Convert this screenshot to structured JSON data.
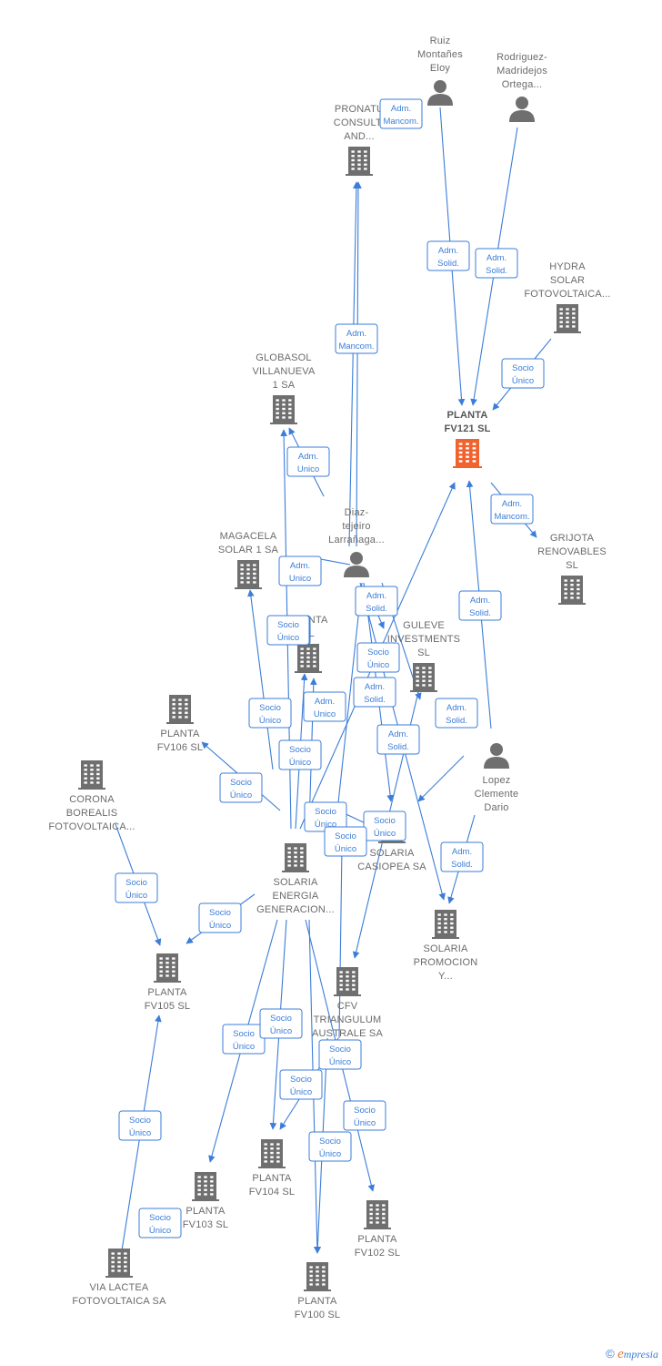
{
  "nodes": [
    {
      "id": "ruiz",
      "type": "person",
      "lines": [
        "Ruiz",
        "Montañes",
        "Eloy"
      ]
    },
    {
      "id": "rodriguez",
      "type": "person",
      "lines": [
        "Rodriguez-",
        "Madridejos",
        "Ortega..."
      ]
    },
    {
      "id": "pronatur",
      "type": "company",
      "lines": [
        "PRONATU",
        "CONSULTI",
        "AND..."
      ]
    },
    {
      "id": "hydra",
      "type": "company",
      "lines": [
        "HYDRA",
        "SOLAR",
        "FOTOVOLTAICA..."
      ]
    },
    {
      "id": "globasol",
      "type": "company",
      "lines": [
        "GLOBASOL",
        "VILLANUEVA",
        "1 SA"
      ]
    },
    {
      "id": "fv121",
      "type": "company",
      "main": true,
      "lines": [
        "PLANTA",
        "FV121  SL"
      ]
    },
    {
      "id": "grijota",
      "type": "company",
      "lines": [
        "GRIJOTA",
        "RENOVABLES",
        "SL"
      ]
    },
    {
      "id": "diaz",
      "type": "person",
      "lines": [
        "Diaz-",
        "tejeiro",
        "Larrañaga..."
      ]
    },
    {
      "id": "magacela",
      "type": "company",
      "lines": [
        "MAGACELA",
        "SOLAR 1 SA"
      ]
    },
    {
      "id": "planta_mid",
      "type": "company",
      "lines": [
        "PLANTA",
        "  SL"
      ]
    },
    {
      "id": "guleve",
      "type": "company",
      "lines": [
        "GULEVE",
        "INVESTMENTS",
        "SL"
      ]
    },
    {
      "id": "fv106",
      "type": "company",
      "lines": [
        "PLANTA",
        "FV106  SL"
      ]
    },
    {
      "id": "lopez",
      "type": "person",
      "lines": [
        "Lopez",
        "Clemente",
        "Dario"
      ]
    },
    {
      "id": "corona",
      "type": "company",
      "lines": [
        "CORONA",
        "BOREALIS",
        "FOTOVOLTAICA..."
      ]
    },
    {
      "id": "solaria_energia",
      "type": "company",
      "lines": [
        "SOLARIA",
        "ENERGIA",
        "GENERACION..."
      ]
    },
    {
      "id": "casiopea",
      "type": "company",
      "lines": [
        "SOLARIA",
        "CASIOPEA SA"
      ]
    },
    {
      "id": "promocion",
      "type": "company",
      "lines": [
        "SOLARIA",
        "PROMOCION",
        "Y..."
      ]
    },
    {
      "id": "fv105",
      "type": "company",
      "lines": [
        "PLANTA",
        "FV105  SL"
      ]
    },
    {
      "id": "cfv",
      "type": "company",
      "lines": [
        "CFV",
        "TRIANGULUM",
        "AUSTRALE SA"
      ]
    },
    {
      "id": "fv104",
      "type": "company",
      "lines": [
        "PLANTA",
        "FV104  SL"
      ]
    },
    {
      "id": "fv103",
      "type": "company",
      "lines": [
        "PLANTA",
        "FV103  SL"
      ]
    },
    {
      "id": "fv102",
      "type": "company",
      "lines": [
        "PLANTA",
        "FV102  SL"
      ]
    },
    {
      "id": "via_lactea",
      "type": "company",
      "lines": [
        "VIA LACTEA",
        "FOTOVOLTAICA SA"
      ]
    },
    {
      "id": "fv100",
      "type": "company",
      "lines": [
        "PLANTA",
        "FV100  SL"
      ]
    }
  ],
  "edge_labels": [
    [
      "Adm.",
      "Mancom."
    ],
    [
      "Adm.",
      "Solid."
    ],
    [
      "Adm.",
      "Solid."
    ],
    [
      "Socio",
      "Único"
    ],
    [
      "Adm.",
      "Mancom."
    ],
    [
      "Adm.",
      "Unico"
    ],
    [
      "Adm.",
      "Mancom."
    ],
    [
      "Adm.",
      "Unico"
    ],
    [
      "Adm.",
      "Solid."
    ],
    [
      "Socio",
      "Único"
    ],
    [
      "Socio",
      "Único"
    ],
    [
      "Adm.",
      "Unico"
    ],
    [
      "Socio",
      "Único"
    ],
    [
      "Adm.",
      "Solid."
    ],
    [
      "Adm.",
      "Solid."
    ],
    [
      "Socio",
      "Único"
    ],
    [
      "Adm.",
      "Solid."
    ],
    [
      "Socio",
      "Único"
    ],
    [
      "Adm.",
      "Solid."
    ],
    [
      "Socio",
      "Único"
    ],
    [
      "Socio",
      "Único"
    ],
    [
      "Socio",
      "Único"
    ],
    [
      "Socio",
      "Único"
    ],
    [
      "Adm.",
      "Solid."
    ],
    [
      "Socio",
      "Único"
    ],
    [
      "Socio",
      "Único"
    ],
    [
      "Socio",
      "Único"
    ],
    [
      "Socio",
      "Único"
    ],
    [
      "Socio",
      "Único"
    ],
    [
      "Socio",
      "Único"
    ],
    [
      "Socio",
      "Único"
    ],
    [
      "Socio",
      "Único"
    ],
    [
      "Socio",
      "Único"
    ],
    [
      "Adm.",
      "Solid."
    ],
    [
      "Socio",
      "Único"
    ]
  ],
  "colors": {
    "edge": "#3b7dd8",
    "company": "#6f6f6f",
    "main_company": "#f0622e",
    "person": "#6f6f6f"
  },
  "icons": {
    "company": "building-icon",
    "person": "person-icon"
  },
  "footer": {
    "copyright": "©",
    "brand_first": "e",
    "brand_rest": "mpresia"
  }
}
